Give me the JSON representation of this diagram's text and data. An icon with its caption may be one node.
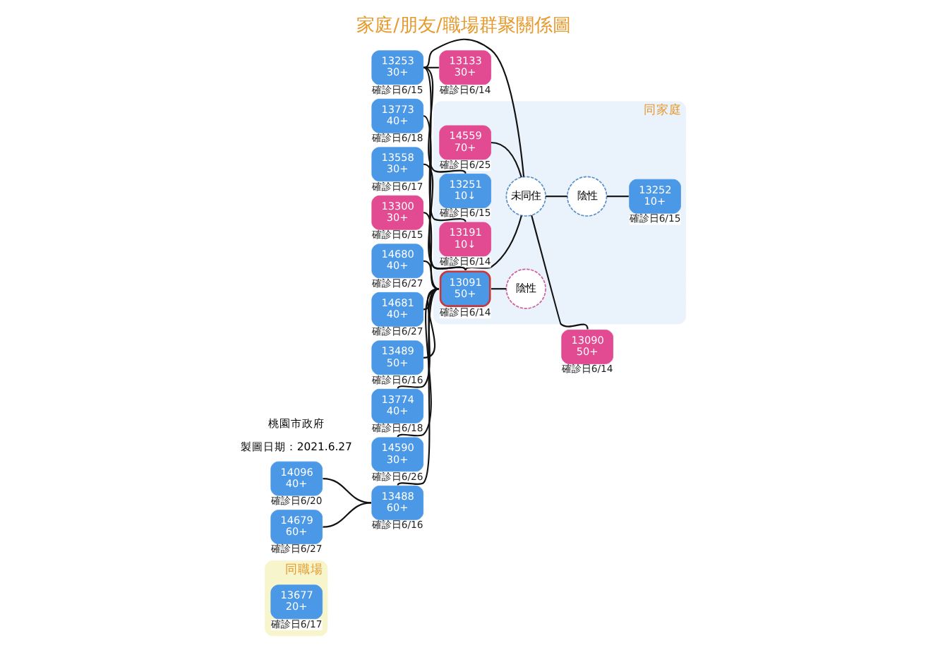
{
  "diagram": {
    "title": "家庭/朋友/職場群聚關係圖",
    "nodes": [
      {
        "text": [
          "同職場"
        ]
      },
      {
        "text": [
          "13677",
          "20+"
        ],
        "in": 0,
        "beside": [
          "確診日6/17"
        ]
      },
      {
        "text": [
          "同家庭"
        ]
      },
      {
        "text": [
          "14559",
          "70+"
        ],
        "in": 2,
        "beside": [
          "確診日6/25"
        ]
      },
      {
        "text": [
          "13773",
          "40+"
        ],
        "beside": [
          "確診日6/18"
        ]
      },
      {
        "text": [
          "13558",
          "30+"
        ],
        "beside": [
          "確診日6/17"
        ]
      },
      {
        "text": [
          "13300",
          "30+"
        ],
        "beside": [
          "確診日6/15"
        ]
      },
      {
        "text": [
          "14680",
          "40+"
        ],
        "beside": [
          "確診日6/27"
        ]
      },
      {
        "text": [
          "14681",
          "40+"
        ],
        "beside": [
          "確診日6/27"
        ]
      },
      {
        "text": [
          "13489",
          "50+"
        ],
        "beside": [
          "確診日6/16"
        ]
      },
      {
        "text": [
          "13774",
          "40+"
        ],
        "beside": [
          "確診日6/18"
        ]
      },
      {
        "text": [
          "14096",
          "40+"
        ],
        "beside": [
          "確診日6/20"
        ]
      },
      {
        "text": [
          "14590",
          "30+"
        ],
        "beside": [
          "確診日6/26"
        ]
      },
      {
        "text": [
          "14679",
          "60+"
        ],
        "beside": [
          "確診日6/27"
        ]
      },
      {
        "text": [
          "13488",
          "60+"
        ],
        "beside": [
          "確診日6/16"
        ]
      },
      {
        "text": [
          "13091",
          "50+"
        ],
        "in": 2,
        "beside": [
          "確診日6/14"
        ]
      },
      {
        "text": [
          "未同住"
        ],
        "in": 2
      },
      {
        "text": [
          "13090",
          "50+"
        ],
        "beside": [
          "確診日6/14"
        ]
      },
      {
        "text": [
          "陰性"
        ],
        "in": 2
      },
      {
        "text": [
          "陰性"
        ],
        "in": 2
      },
      {
        "text": [
          "13253",
          "30+"
        ],
        "beside": [
          "確診日6/15"
        ]
      },
      {
        "text": [
          "13133",
          "30+"
        ],
        "beside": [
          "確診日6/14"
        ]
      },
      {
        "text": [
          "13252",
          "10+"
        ],
        "in": 2,
        "beside": [
          "確診日6/15"
        ]
      },
      {
        "text": [
          "13251",
          "10↓"
        ],
        "in": 2,
        "beside": [
          "確診日6/15"
        ]
      },
      {
        "text": [
          "13191",
          "10↓"
        ],
        "in": 2,
        "beside": [
          "確診日6/14"
        ]
      }
    ],
    "edges": [
      {
        "from": 4,
        "to": 15,
        "arrow": "none"
      },
      {
        "from": 5,
        "to": 15,
        "arrow": "none"
      },
      {
        "from": 6,
        "to": 15,
        "arrow": "none"
      },
      {
        "from": 7,
        "to": 15,
        "arrow": "none"
      },
      {
        "from": 8,
        "to": 15,
        "arrow": "none"
      },
      {
        "from": 9,
        "to": 15,
        "arrow": "none"
      },
      {
        "from": 10,
        "to": 15,
        "arrow": "none"
      },
      {
        "from": 12,
        "to": 15,
        "arrow": "none"
      },
      {
        "from": 14,
        "to": 15,
        "arrow": "none"
      },
      {
        "from": 11,
        "to": 14,
        "arrow": "none"
      },
      {
        "from": 13,
        "to": 14,
        "arrow": "none"
      },
      {
        "from": 15,
        "to": 16,
        "arrow": "none"
      },
      {
        "from": 15,
        "to": 18,
        "arrow": "none"
      },
      {
        "from": 3,
        "to": 16,
        "arrow": "none"
      },
      {
        "from": 16,
        "to": 17,
        "arrow": "none"
      },
      {
        "from": 16,
        "to": 19,
        "arrow": "none"
      },
      {
        "from": 16,
        "to": 20,
        "arrow": "none"
      },
      {
        "from": 19,
        "to": 22,
        "arrow": "none"
      },
      {
        "from": 20,
        "to": 21,
        "arrow": "none"
      },
      {
        "from": 20,
        "to": 23,
        "arrow": "none"
      },
      {
        "from": 20,
        "to": 24,
        "arrow": "none"
      }
    ],
    "labels": [
      "製圖日期：2021.6.27",
      "桃園市政府"
    ]
  }
}
